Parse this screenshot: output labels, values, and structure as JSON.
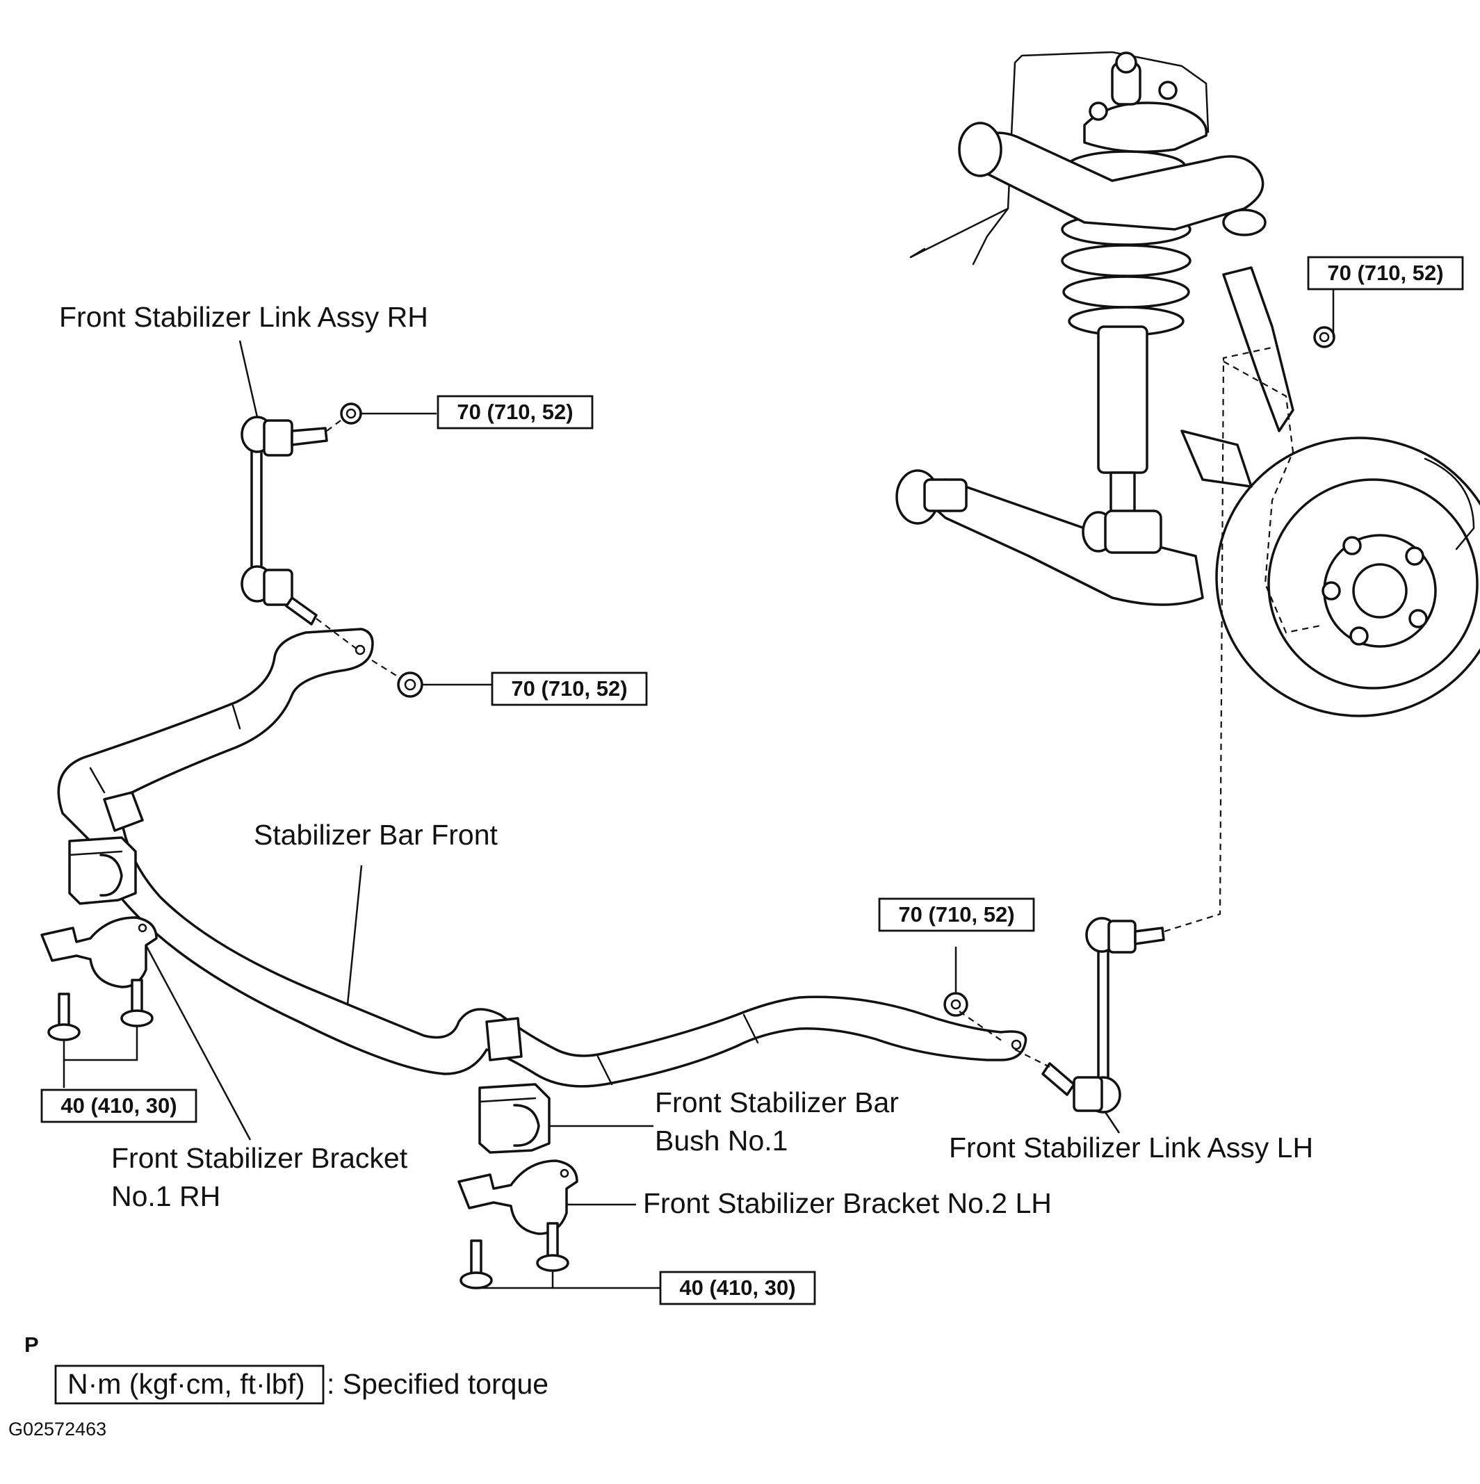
{
  "labels": {
    "link_rh": "Front Stabilizer Link Assy RH",
    "bar_front": "Stabilizer Bar Front",
    "bracket_rh_line1": "Front Stabilizer Bracket",
    "bracket_rh_line2": "No.1 RH",
    "bush_line1": "Front Stabilizer Bar",
    "bush_line2": "Bush No.1",
    "link_lh": "Front Stabilizer Link Assy LH",
    "bracket_lh": "Front Stabilizer Bracket No.2 LH"
  },
  "torques": {
    "link_rh_upper": "70 (710, 52)",
    "link_rh_lower": "70 (710, 52)",
    "knuckle_lh": "70 (710, 52)",
    "bar_lh": "70 (710, 52)",
    "bracket_rh": "40 (410, 30)",
    "bracket_lh": "40 (410, 30)"
  },
  "legend": {
    "prefix": "P",
    "unit_box": "N·m (kgf·cm, ft·lbf)",
    "description": ": Specified torque"
  },
  "figure_code": "G02572463"
}
